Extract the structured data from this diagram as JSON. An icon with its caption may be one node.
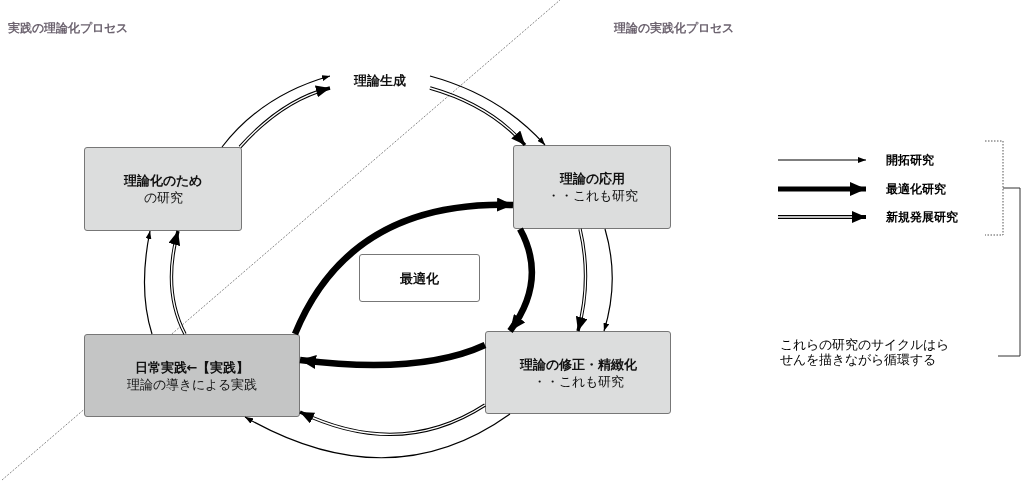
{
  "diagram": {
    "nodes": [
      {
        "text": [
          "理論生成"
        ]
      },
      {
        "text": [
          "理論化のため",
          "の研究"
        ]
      },
      {
        "text": [
          "理論の応用",
          "・・これも研究"
        ]
      },
      {
        "text": [
          "理論の修正・精緻化",
          "・・これも研究"
        ]
      },
      {
        "text": [
          "日常実践←【実践】",
          "理論の導きによる実践"
        ]
      },
      {
        "text": [
          "最適化"
        ]
      }
    ],
    "edges": [
      {
        "from": 1,
        "to": 0,
        "arrow": "to"
      },
      {
        "from": 1,
        "to": 0,
        "arrow": "to"
      },
      {
        "from": 0,
        "to": 2,
        "arrow": "to"
      },
      {
        "from": 0,
        "to": 2,
        "arrow": "to"
      },
      {
        "from": 2,
        "to": 3,
        "arrow": "to"
      },
      {
        "from": 2,
        "to": 3,
        "arrow": "to"
      },
      {
        "from": 3,
        "to": 4,
        "arrow": "to"
      },
      {
        "from": 3,
        "to": 4,
        "arrow": "to"
      },
      {
        "from": 4,
        "to": 1,
        "arrow": "to"
      },
      {
        "from": 4,
        "to": 1,
        "arrow": "to"
      },
      {
        "from": 4,
        "to": 2,
        "arrow": "to",
        "style": "thick"
      },
      {
        "from": 2,
        "to": 3,
        "arrow": "to",
        "style": "thick"
      },
      {
        "from": 3,
        "to": 4,
        "arrow": "to",
        "style": "thick"
      }
    ],
    "labels": [
      "実践の理論化プロセス",
      "理論の実践化プロセス",
      "これらの研究のサイクルはらせんを描きながら循環する"
    ],
    "legend": [
      {
        "text": "開拓研究"
      },
      {
        "text": "最適化研究"
      },
      {
        "text": "新規発展研究"
      }
    ]
  }
}
